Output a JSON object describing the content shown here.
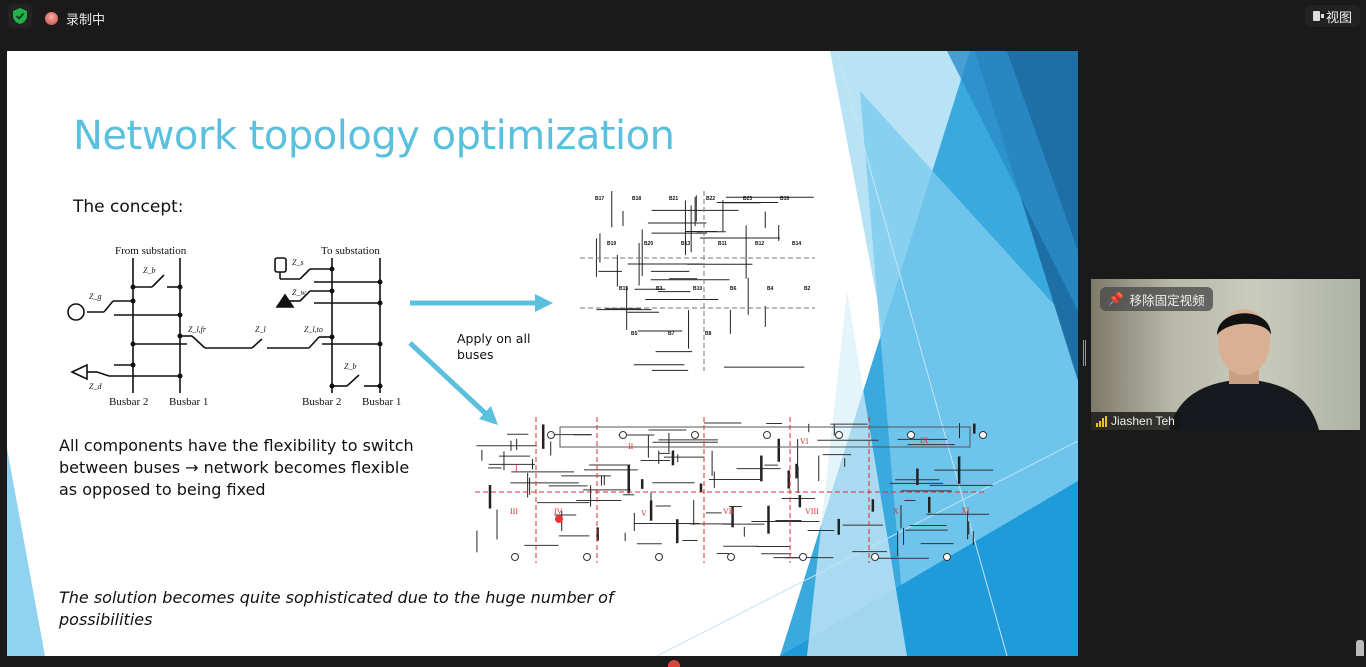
{
  "topbar": {
    "recording_label": "录制中",
    "view_label": "视图",
    "shield_icon": "shield-check-icon"
  },
  "slide": {
    "title": "Network topology optimization",
    "concept": "The concept:",
    "flexibility_text": "All components have the flexibility to switch between buses → network becomes flexible as opposed to being fixed",
    "apply_text": "Apply on all buses",
    "solution_text": "The solution becomes quite sophisticated due to the huge number of possibilities",
    "diagram": {
      "from_substation": "From substation",
      "to_substation": "To substation",
      "busbar2_left": "Busbar 2",
      "busbar1_left": "Busbar 1",
      "busbar2_right": "Busbar 2",
      "busbar1_right": "Busbar 1",
      "zb": "Z_b",
      "zg": "Z_g",
      "zd": "Z_d",
      "zlfr": "Z_l,fr",
      "zl": "Z_l",
      "zlto": "Z_l,to",
      "zs": "Z_s",
      "zw": "Z_w",
      "zb2": "Z_b"
    },
    "small_network": {
      "buses": [
        "B17",
        "B18",
        "B21",
        "B22",
        "B23",
        "B16",
        "B19",
        "B20",
        "B13",
        "B11",
        "B12",
        "B14",
        "B15",
        "B3",
        "B10",
        "B6",
        "B4",
        "B2",
        "B5",
        "B7",
        "B8"
      ]
    },
    "large_network": {
      "areas": [
        "I",
        "II",
        "III",
        "IV",
        "V",
        "VI",
        "VII",
        "VIII",
        "IX",
        "X",
        "XI"
      ]
    },
    "colors": {
      "title": "#5bc0de",
      "arrow": "#5bc0de",
      "area_dash": "#d9302c"
    }
  },
  "video": {
    "unpin_label": "移除固定视频",
    "participant_name": "Jiashen Teh"
  }
}
